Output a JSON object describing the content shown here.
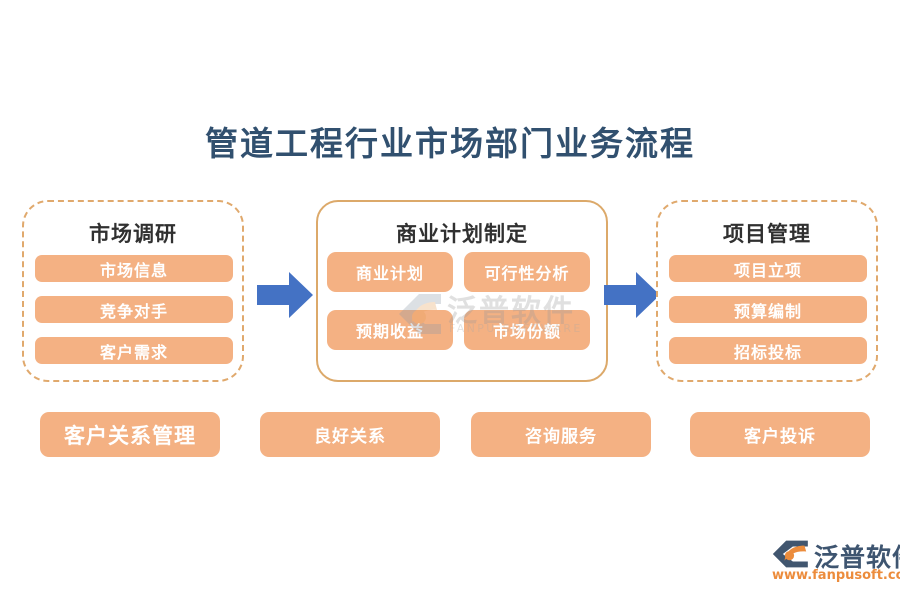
{
  "page": {
    "title": "管道工程行业市场部门业务流程",
    "background_color": "#ffffff",
    "title_color": "#31506f",
    "accent_color": "#f4b183",
    "arrow_color": "#4472c4",
    "panel_border_color": "#e0a96d"
  },
  "stages": [
    {
      "id": "market-research",
      "title": "市场调研",
      "border_style": "dash-dot",
      "items": [
        {
          "label": "市场信息"
        },
        {
          "label": "竞争对手"
        },
        {
          "label": "客户需求"
        }
      ]
    },
    {
      "id": "business-plan",
      "title": "商业计划制定",
      "border_style": "solid",
      "items": [
        {
          "label": "商业计划"
        },
        {
          "label": "可行性分析"
        },
        {
          "label": "预期收益"
        },
        {
          "label": "市场份额"
        }
      ]
    },
    {
      "id": "project-management",
      "title": "项目管理",
      "border_style": "dash-dot",
      "items": [
        {
          "label": "项目立项"
        },
        {
          "label": "预算编制"
        },
        {
          "label": "招标投标"
        }
      ]
    }
  ],
  "arrows": [
    {
      "id": "arrow-1",
      "direction": "right",
      "color": "#4472c4"
    },
    {
      "id": "arrow-2",
      "direction": "right",
      "color": "#4472c4"
    }
  ],
  "bottom_row": [
    {
      "label": "客户关系管理"
    },
    {
      "label": "良好关系"
    },
    {
      "label": "咨询服务"
    },
    {
      "label": "客户投诉"
    }
  ],
  "watermark": {
    "text": "泛普软件",
    "subtext": "FANPU SOFTWARE"
  },
  "brand": {
    "name": "泛普软件",
    "url": "www.fanpusoft.com"
  }
}
